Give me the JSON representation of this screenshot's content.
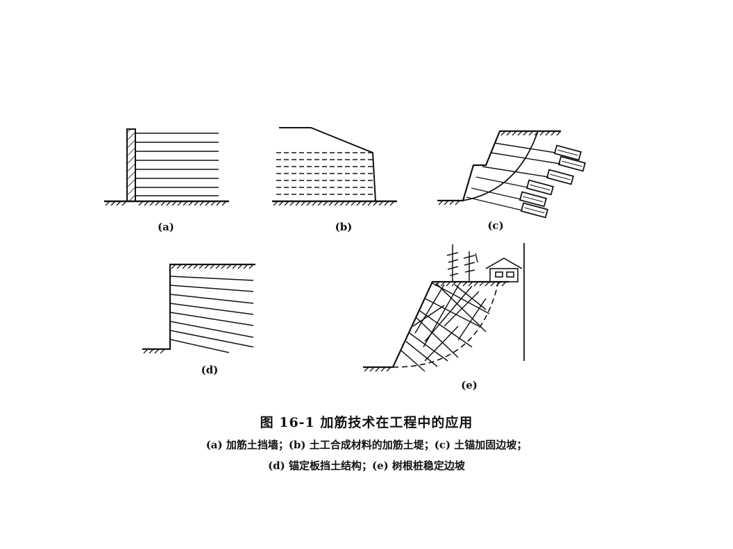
{
  "figure": {
    "panel_labels": {
      "a": "(a)",
      "b": "(b)",
      "c": "(c)",
      "d": "(d)",
      "e": "(e)"
    },
    "caption": {
      "title": "图 16-1   加筋技术在工程中的应用",
      "line1": "(a) 加筋土挡墙；(b) 土工合成材料的加筋土堤；(c) 土锚加固边坡；",
      "line2": "(d) 锚定板挡土结构；(e) 树根桩稳定边坡"
    }
  }
}
